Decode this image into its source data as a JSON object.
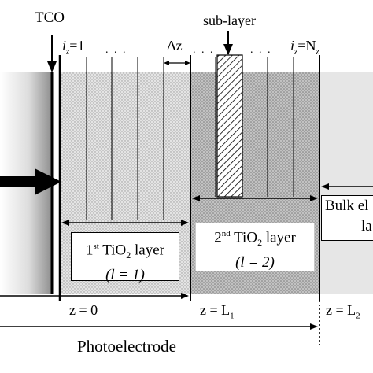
{
  "labels": {
    "tco": "TCO",
    "sublayer": "sub-layer",
    "iz_first": "=1",
    "iz_last": "=N",
    "iz_var": "i",
    "iz_sub": "z",
    "iz_last_sub": "z",
    "dz": "Δz",
    "dots": ". . .",
    "layer1_line1_pre": "1",
    "layer1_line1_sup": "st",
    "layer1_line1_post": " TiO",
    "layer1_line1_sub": "2",
    "layer1_line1_end": " layer",
    "layer1_line2": "(l = 1)",
    "layer2_line1_pre": "2",
    "layer2_line1_sup": "nd",
    "layer2_line1_post": " TiO",
    "layer2_line1_sub": "2",
    "layer2_line1_end": " layer",
    "layer2_line2": "(l = 2)",
    "bulk_line1": "Bulk el",
    "bulk_line2": "la",
    "z0": "z = 0",
    "zL1_pre": "z = L",
    "zL1_sub": "1",
    "zL2_pre": "z = L",
    "zL2_sub": "2",
    "photoelectrode": "Photoelectrode"
  },
  "colors": {
    "layer1_fill": "#dcdcdc",
    "layer2_fill": "#b4b4b4",
    "substrate_gradient_start": "#ffffff",
    "substrate_gradient_end": "#8a8a8a"
  }
}
